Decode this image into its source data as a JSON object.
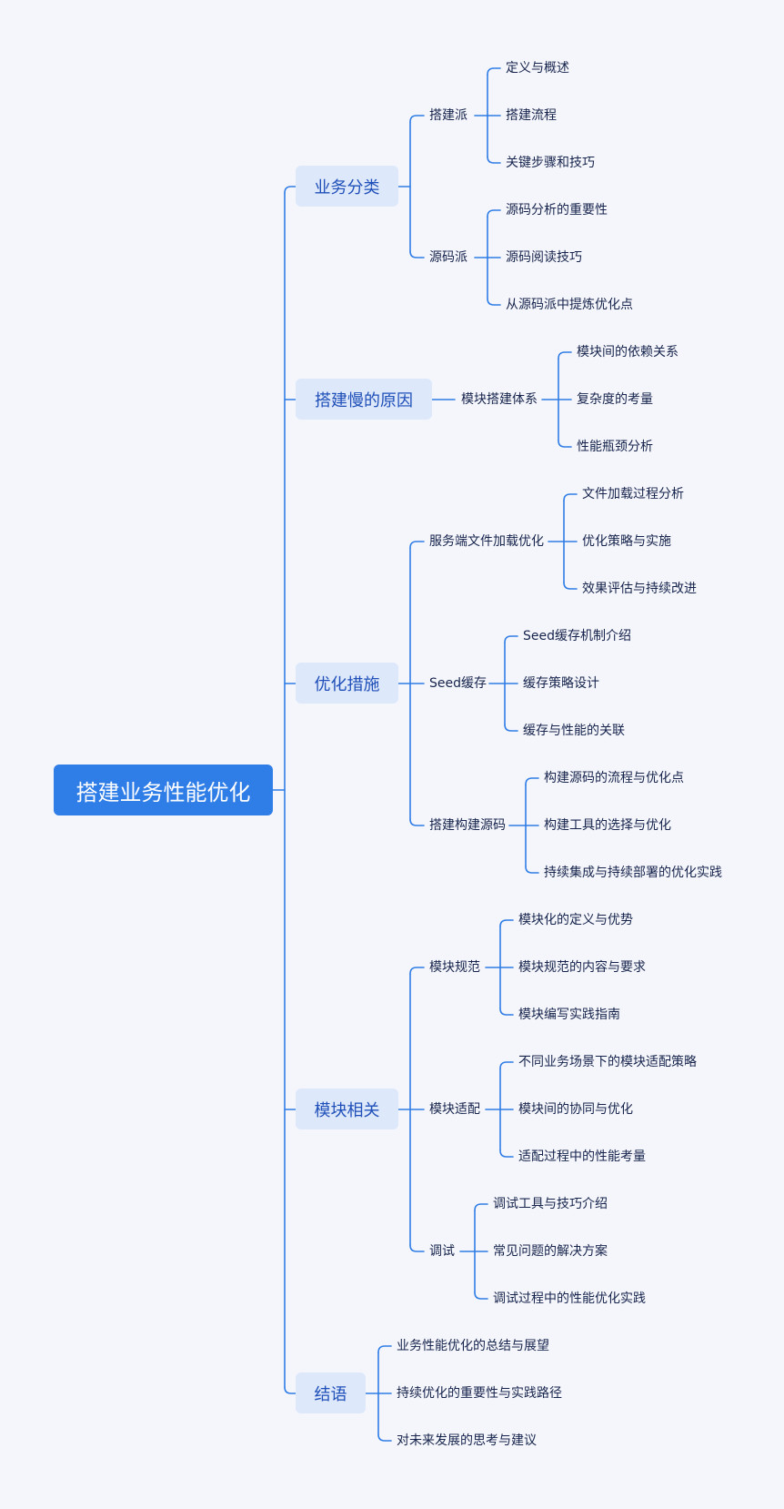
{
  "colors": {
    "line": "#2f7de6",
    "root_bg": "#2f7de6",
    "l1_bg": "#dde8fb",
    "l1_text": "#1f4fb8",
    "leaf_text": "#16244d"
  },
  "mindmap": {
    "root": "搭建业务性能优化",
    "branches": [
      {
        "label": "业务分类",
        "children": [
          {
            "label": "搭建派",
            "children": [
              "定义与概述",
              "搭建流程",
              "关键步骤和技巧"
            ]
          },
          {
            "label": "源码派",
            "children": [
              "源码分析的重要性",
              "源码阅读技巧",
              "从源码派中提炼优化点"
            ]
          }
        ]
      },
      {
        "label": "搭建慢的原因",
        "children": [
          {
            "label": "模块搭建体系",
            "children": [
              "模块间的依赖关系",
              "复杂度的考量",
              "性能瓶颈分析"
            ]
          }
        ]
      },
      {
        "label": "优化措施",
        "children": [
          {
            "label": "服务端文件加载优化",
            "children": [
              "文件加载过程分析",
              "优化策略与实施",
              "效果评估与持续改进"
            ]
          },
          {
            "label": "Seed缓存",
            "children": [
              "Seed缓存机制介绍",
              "缓存策略设计",
              "缓存与性能的关联"
            ]
          },
          {
            "label": "搭建构建源码",
            "children": [
              "构建源码的流程与优化点",
              "构建工具的选择与优化",
              "持续集成与持续部署的优化实践"
            ]
          }
        ]
      },
      {
        "label": "模块相关",
        "children": [
          {
            "label": "模块规范",
            "children": [
              "模块化的定义与优势",
              "模块规范的内容与要求",
              "模块编写实践指南"
            ]
          },
          {
            "label": "模块适配",
            "children": [
              "不同业务场景下的模块适配策略",
              "模块间的协同与优化",
              "适配过程中的性能考量"
            ]
          },
          {
            "label": "调试",
            "children": [
              "调试工具与技巧介绍",
              "常见问题的解决方案",
              "调试过程中的性能优化实践"
            ]
          }
        ]
      },
      {
        "label": "结语",
        "children": [
          "业务性能优化的总结与展望",
          "持续优化的重要性与实践路径",
          "对未来发展的思考与建议"
        ]
      }
    ]
  }
}
